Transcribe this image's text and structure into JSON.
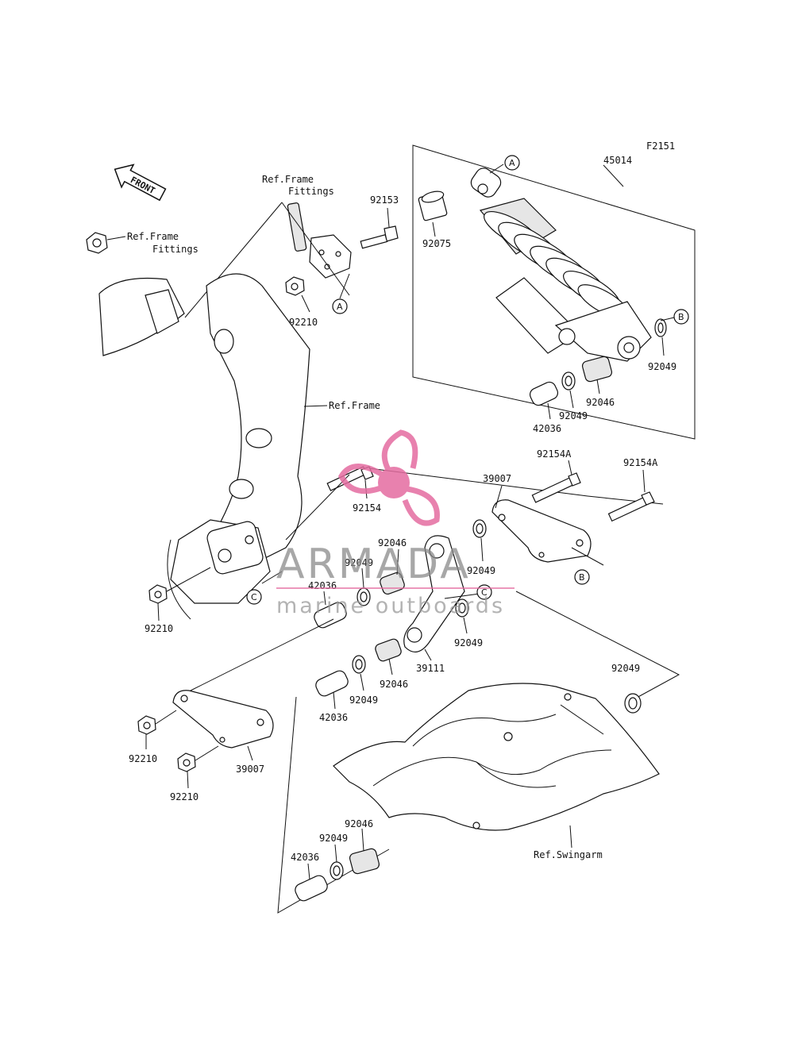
{
  "figure_code": "F2151",
  "front_label": "FRONT",
  "watermark": {
    "brand": "ARMADA",
    "tagline": "marine outboards",
    "brand_color": "#e46ca0"
  },
  "references": {
    "frame_fittings_top_1": "Ref.Frame",
    "frame_fittings_top_2": "Fittings",
    "frame_fittings_left_1": "Ref.Frame",
    "frame_fittings_left_2": "Fittings",
    "frame": "Ref.Frame",
    "swingarm": "Ref.Swingarm"
  },
  "callouts": {
    "A": "A",
    "B": "B",
    "C": "C"
  },
  "parts": {
    "p45014": "45014",
    "p92075": "92075",
    "p92153": "92153",
    "p92210_a": "92210",
    "p92049_a": "92049",
    "p92046_a": "92046",
    "p92049_b": "92049",
    "p42036_a": "42036",
    "p92154a_1": "92154A",
    "p92154a_2": "92154A",
    "p39007_a": "39007",
    "p92154": "92154",
    "p92046_b": "92046",
    "p92049_c": "92049",
    "p92049_d": "92049",
    "p42036_b": "42036",
    "p92049_e": "92049",
    "p92210_b": "92210",
    "p39111": "39111",
    "p92046_c": "92046",
    "p92049_f": "92049",
    "p42036_c": "42036",
    "p92049_g": "92049",
    "p92210_c": "92210",
    "p92210_d": "92210",
    "p39007_b": "39007",
    "p92049_h": "92049",
    "p92046_d": "92046",
    "p42036_d": "42036"
  }
}
